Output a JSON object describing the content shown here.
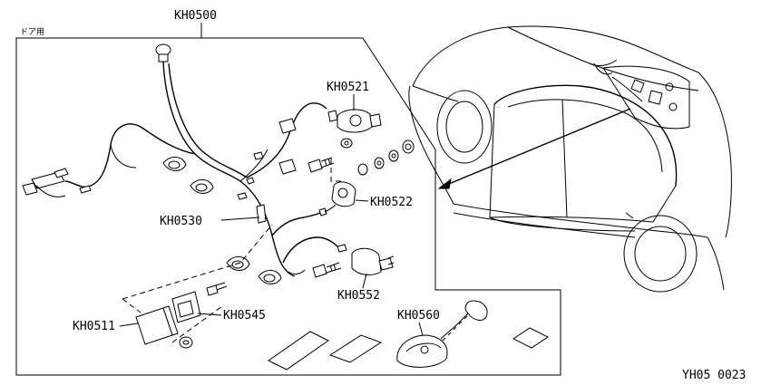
{
  "header": {
    "door_label": "ドア用",
    "assembly_code": "KH0500"
  },
  "parts": {
    "kh0521": "KH0521",
    "kh0522": "KH0522",
    "kh0530": "KH0530",
    "kh0552": "KH0552",
    "kh0511": "KH0511",
    "kh0545": "KH0545",
    "kh0560": "KH0560"
  },
  "footer": {
    "figure_code": "YH05 0023"
  }
}
